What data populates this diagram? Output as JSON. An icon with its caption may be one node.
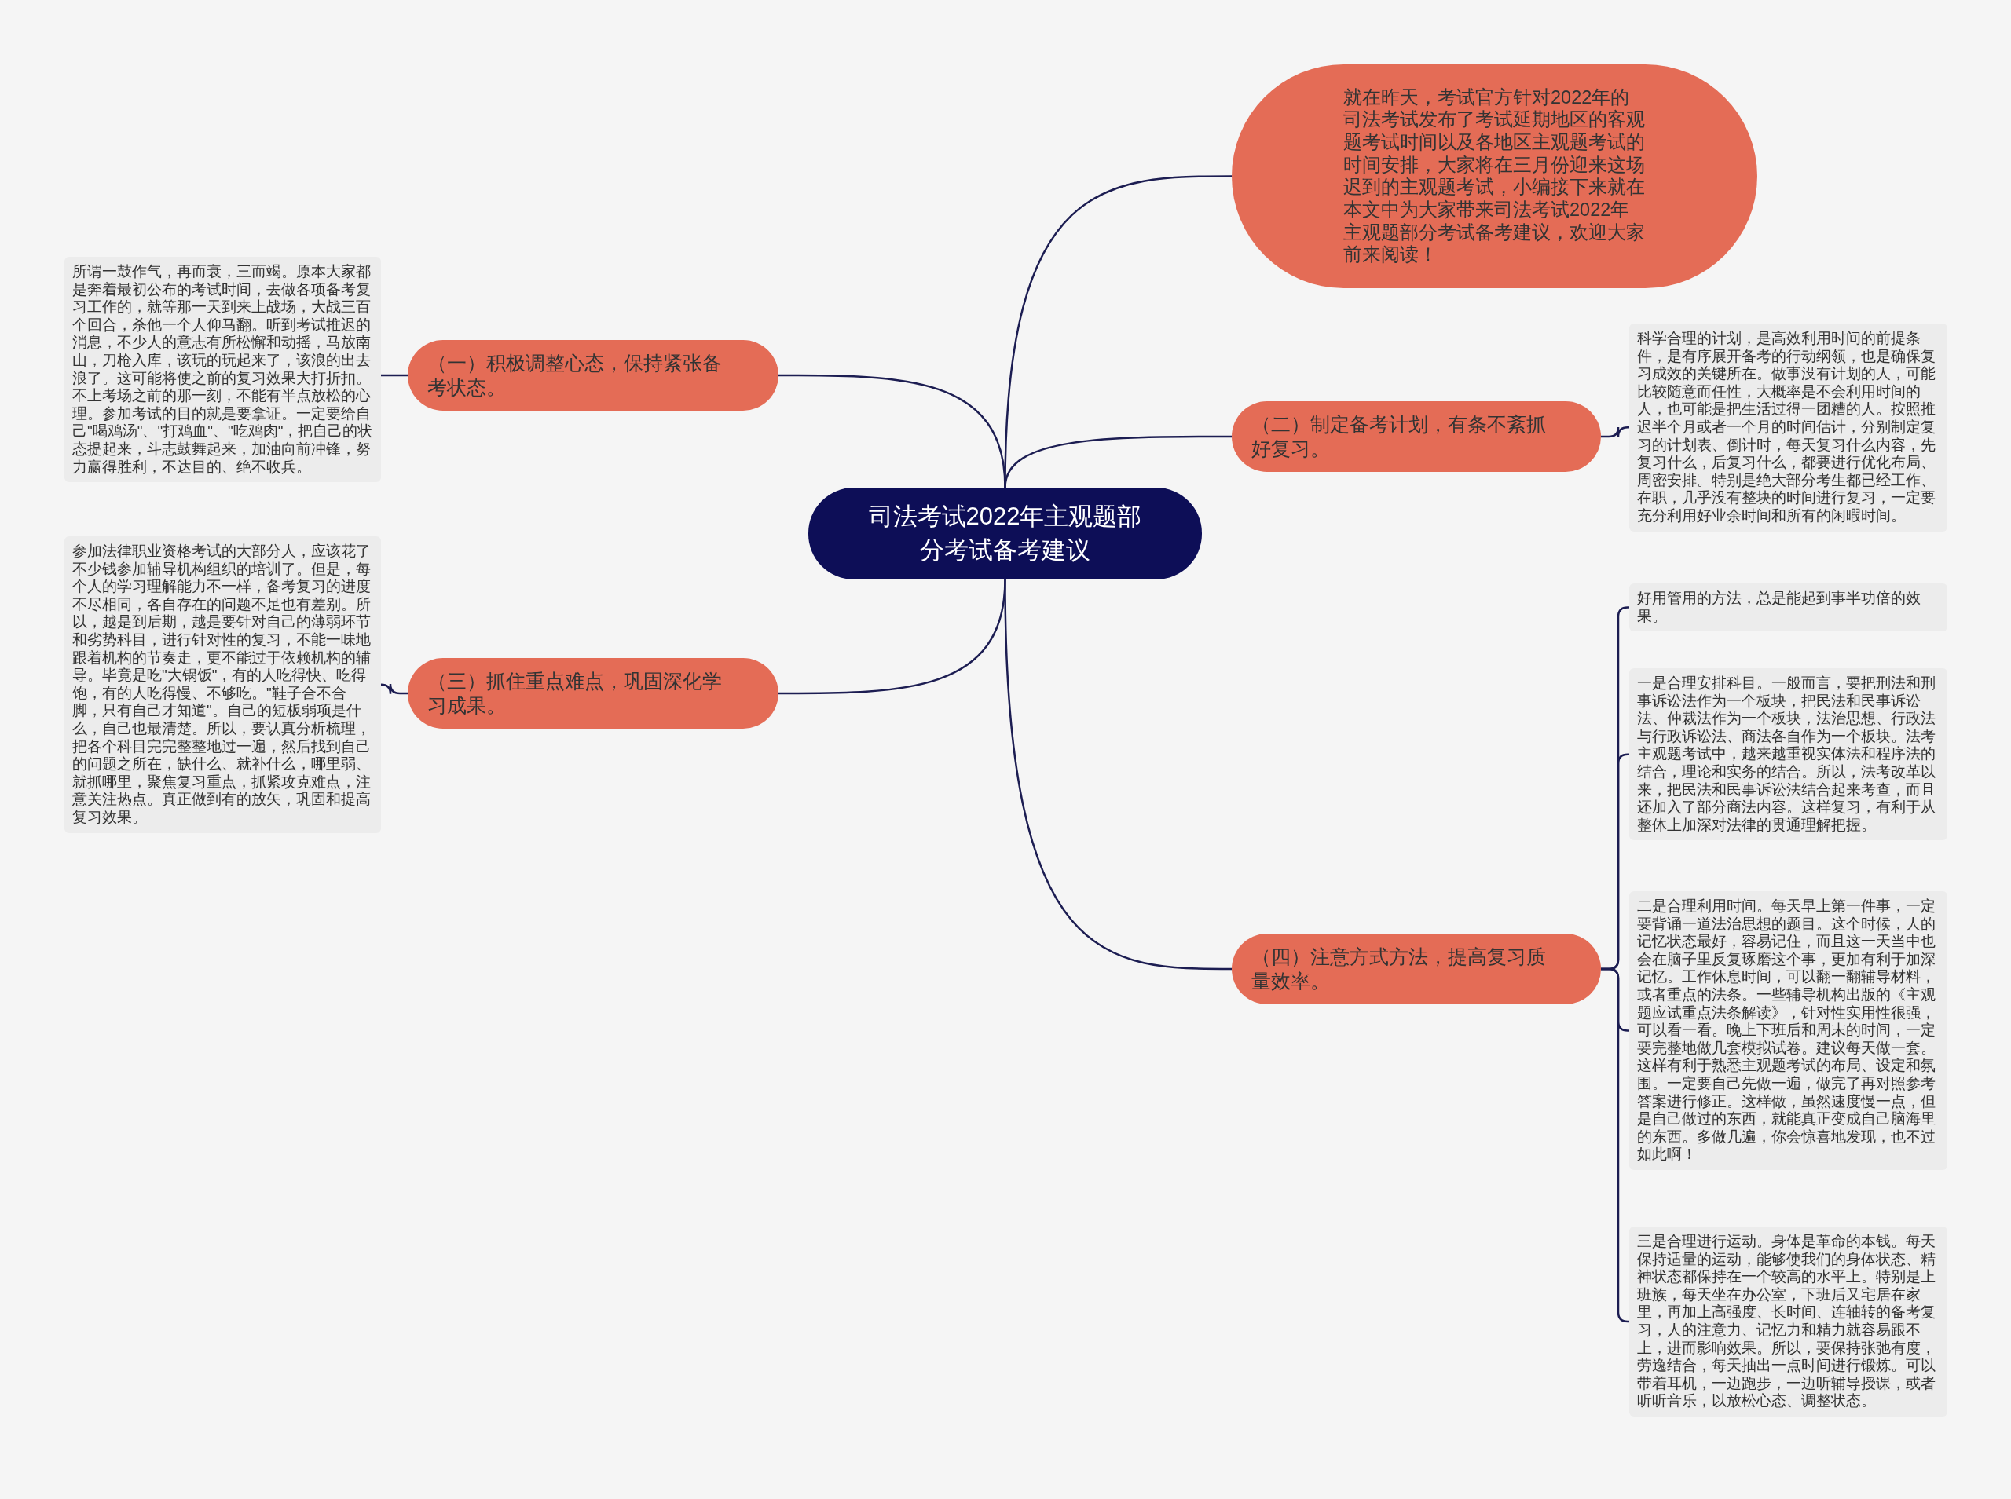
{
  "diagram": {
    "nodes": [
      {
        "text": [
          "司法考试2022年主观题部分考试备考建议"
        ]
      },
      {
        "text": [
          "就在昨天，考试官方针对2022年的司法考试发布了考试延期地区的客观题考试时间以及各地区主观题考试的时间安排，大家将在三月份迎来这场迟到的主观题考试，小编接下来就在本文中为大家带来司法考试2022年主观题部分考试备考建议，欢迎大家前来阅读！"
        ]
      },
      {
        "text": [
          "（一）积极调整心态，保持紧张备考状态。"
        ]
      },
      {
        "text": [
          "所谓一鼓作气，再而衰，三而竭。原本大家都是奔着最初公布的考试时间，去做各项备考复习工作的，就等那一天到来上战场，大战三百个回合，杀他一个人仰马翻。听到考试推迟的消息，不少人的意志有所松懈和动摇，马放南山，刀枪入库，该玩的玩起来了，该浪的出去浪了。这可能将使之前的复习效果大打折扣。不上考场之前的那一刻，不能有半点放松的心理。参加考试的目的就是要拿证。一定要给自己\"喝鸡汤\"、\"打鸡血\"、\"吃鸡肉\"，把自己的状态提起来，斗志鼓舞起来，加油向前冲锋，努力赢得胜利，不达目的、绝不收兵。"
        ]
      },
      {
        "text": [
          "（二）制定备考计划，有条不紊抓好复习。"
        ]
      },
      {
        "text": [
          "科学合理的计划，是高效利用时间的前提条件，是有序展开备考的行动纲领，也是确保复习成效的关键所在。做事没有计划的人，可能比较随意而任性，大概率是不会利用时间的人，也可能是把生活过得一团糟的人。按照推迟半个月或者一个月的时间估计，分别制定复习的计划表、倒计时，每天复习什么内容，先复习什么，后复习什么，都要进行优化布局、周密安排。特别是绝大部分考生都已经工作、在职，几乎没有整块的时间进行复习，一定要充分利用好业余时间和所有的闲暇时间。"
        ]
      },
      {
        "text": [
          "（三）抓住重点难点，巩固深化学习成果。"
        ]
      },
      {
        "text": [
          "参加法律职业资格考试的大部分人，应该花了不少钱参加辅导机构组织的培训了。但是，每个人的学习理解能力不一样，备考复习的进度不尽相同，各自存在的问题不足也有差别。所以，越是到后期，越是要针对自己的薄弱环节和劣势科目，进行针对性的复习，不能一味地跟着机构的节奏走，更不能过于依赖机构的辅导。毕竟是吃\"大锅饭\"，有的人吃得快、吃得饱，有的人吃得慢、不够吃。\"鞋子合不合脚，只有自己才知道\"。自己的短板弱项是什么，自己也最清楚。所以，要认真分析梳理，把各个科目完完整整地过一遍，然后找到自己的问题之所在，缺什么、就补什么，哪里弱、就抓哪里，聚焦复习重点，抓紧攻克难点，注意关注热点。真正做到有的放矢，巩固和提高复习效果。"
        ]
      },
      {
        "text": [
          "（四）注意方式方法，提高复习质量效率。"
        ]
      },
      {
        "text": [
          "好用管用的方法，总是能起到事半功倍的效果。"
        ]
      },
      {
        "text": [
          "一是合理安排科目。一般而言，要把刑法和刑事诉讼法作为一个板块，把民法和民事诉讼法、仲裁法作为一个板块，法治思想、行政法与行政诉讼法、商法各自作为一个板块。法考主观题考试中，越来越重视实体法和程序法的结合，理论和实务的结合。所以，法考改革以来，把民法和民事诉讼法结合起来考查，而且还加入了部分商法内容。这样复习，有利于从整体上加深对法律的贯通理解把握。"
        ]
      },
      {
        "text": [
          "二是合理利用时间。每天早上第一件事，一定要背诵一道法治思想的题目。这个时候，人的记忆状态最好，容易记住，而且这一天当中也会在脑子里反复琢磨这个事，更加有利于加深记忆。工作休息时间，可以翻一翻辅导材料，或者重点的法条。一些辅导机构出版的《主观题应试重点法条解读》，针对性实用性很强，可以看一看。晚上下班后和周末的时间，一定要完整地做几套模拟试卷。建议每天做一套。这样有利于熟悉主观题考试的布局、设定和氛围。一定要自己先做一遍，做完了再对照参考答案进行修正。这样做，虽然速度慢一点，但是自己做过的东西，就能真正变成自己脑海里的东西。多做几遍，你会惊喜地发现，也不过如此啊！"
        ]
      },
      {
        "text": [
          "三是合理进行运动。身体是革命的本钱。每天保持适量的运动，能够使我们的身体状态、精神状态都保持在一个较高的水平上。特别是上班族，每天坐在办公室，下班后又宅居在家里，再加上高强度、长时间、连轴转的备考复习，人的注意力、记忆力和精力就容易跟不上，进而影响效果。所以，要保持张弛有度，劳逸结合，每天抽出一点时间进行锻炼。可以带着耳机，一边跑步，一边听辅导授课，或者听听音乐，以放松心态、调整状态。"
        ]
      }
    ],
    "edges": [
      {
        "from": 0,
        "to": 1,
        "arrow": "none"
      },
      {
        "from": 0,
        "to": 2,
        "arrow": "none"
      },
      {
        "from": 0,
        "to": 4,
        "arrow": "none"
      },
      {
        "from": 0,
        "to": 6,
        "arrow": "none"
      },
      {
        "from": 0,
        "to": 8,
        "arrow": "none"
      },
      {
        "from": 2,
        "to": 3,
        "arrow": "none"
      },
      {
        "from": 4,
        "to": 5,
        "arrow": "none"
      },
      {
        "from": 6,
        "to": 7,
        "arrow": "none"
      },
      {
        "from": 8,
        "to": 9,
        "arrow": "none"
      },
      {
        "from": 8,
        "to": 10,
        "arrow": "none"
      },
      {
        "from": 8,
        "to": 11,
        "arrow": "none"
      },
      {
        "from": 8,
        "to": 12,
        "arrow": "none"
      }
    ]
  }
}
